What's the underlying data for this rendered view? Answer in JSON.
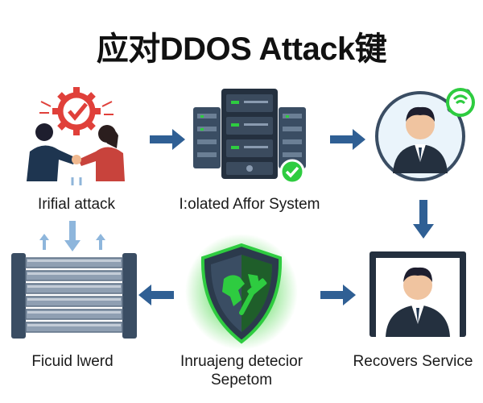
{
  "title": "应对DDOS Attack键",
  "nodes": {
    "initial_attack": {
      "label": "Irifial attack",
      "icon": "people-struggle-with-red-gear-icon"
    },
    "isolated_system": {
      "label": "I:olated Affor System",
      "icon": "server-stack-with-check-icon"
    },
    "investigator": {
      "label": "",
      "icon": "person-magnifier-icon"
    },
    "recovers_service": {
      "label": "Recovers Service",
      "icon": "person-monitor-icon"
    },
    "detection_system": {
      "label_line1": "Inruajeng detecior",
      "label_line2": "Sepetom",
      "icon": "green-glow-shield-globe-icon"
    },
    "firewall": {
      "label": "Ficuid lwerd",
      "icon": "firewall-barrier-icon"
    }
  },
  "colors": {
    "arrow": "#2f5f94",
    "arrow_light": "#8eb6dc",
    "red": "#e0403a",
    "green": "#2ecc40",
    "navy": "#1e3550"
  }
}
